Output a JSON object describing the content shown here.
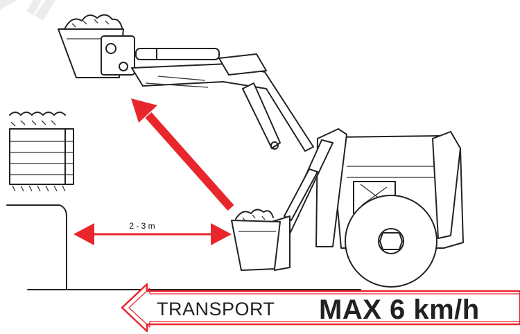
{
  "distance_label": "2 - 3 m",
  "banner": {
    "word1": "TRANSPORT",
    "word2": "MAX 6 km/h"
  },
  "colors": {
    "arrow_red": "#e8262b",
    "ink": "#222222"
  }
}
